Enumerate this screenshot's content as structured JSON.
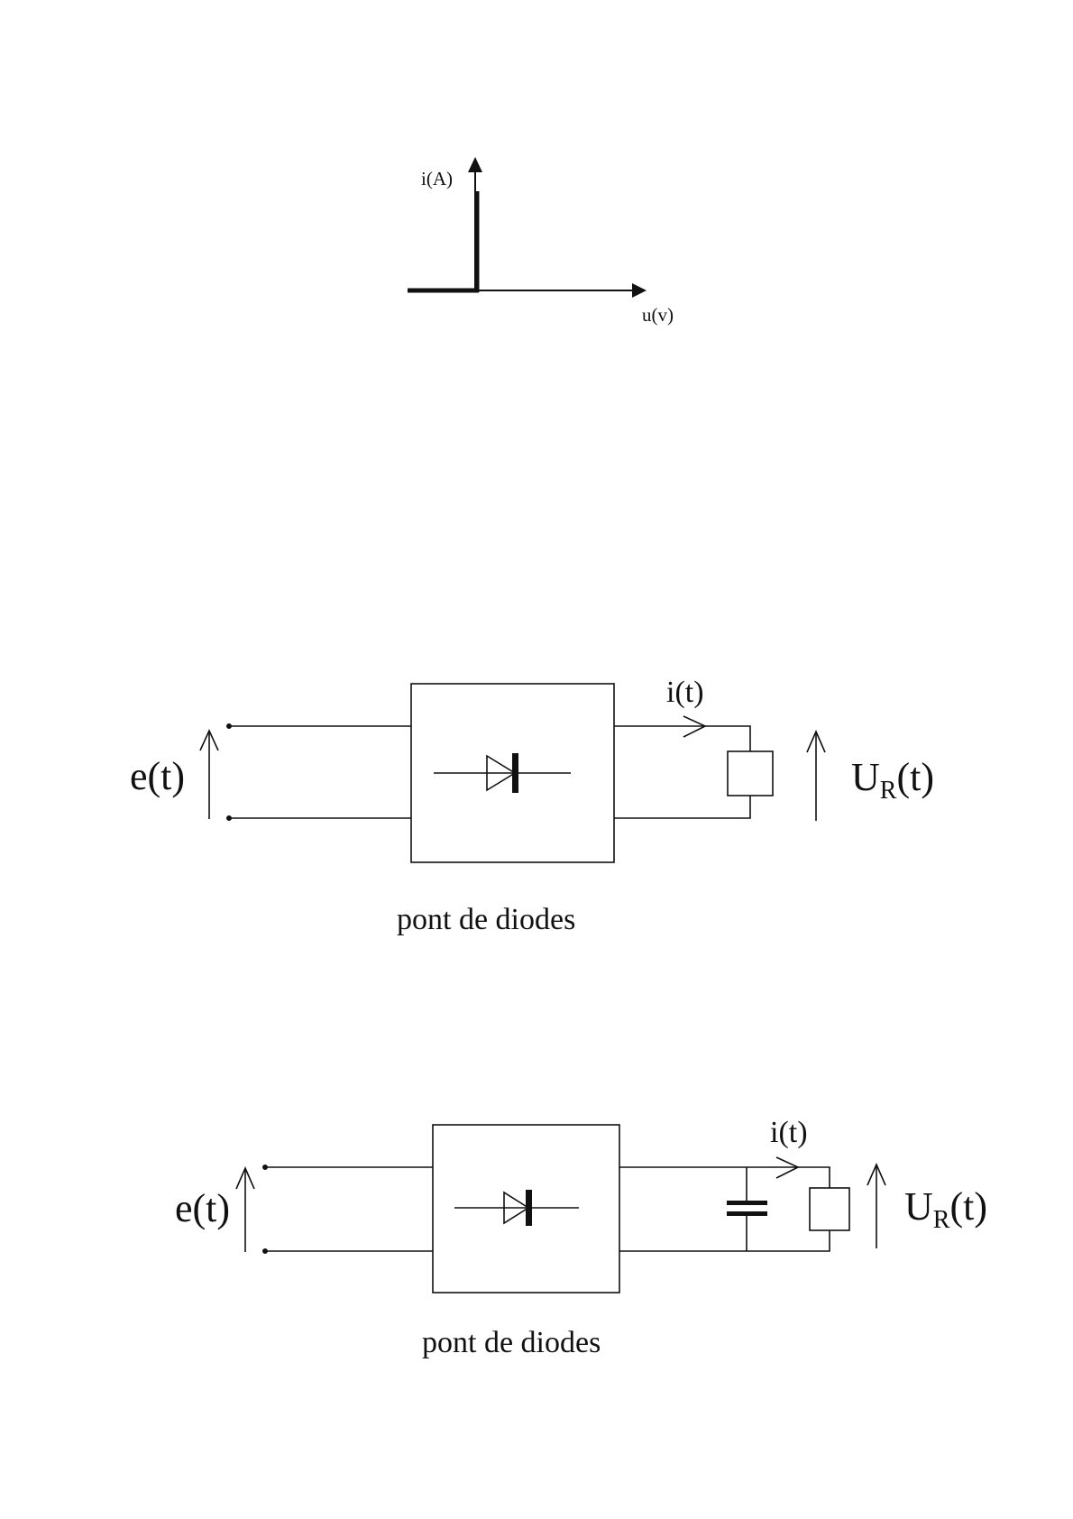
{
  "characteristic": {
    "y_axis_label": "i(A)",
    "x_axis_label": "u(v)"
  },
  "circuit1": {
    "input_voltage_label": "e(t)",
    "current_label": "i(t)",
    "output_voltage_main": "U",
    "output_voltage_sub": "R",
    "output_voltage_suffix": "(t)",
    "bridge_caption": "pont de diodes"
  },
  "circuit2": {
    "input_voltage_label": "e(t)",
    "current_label": "i(t)",
    "output_voltage_main": "U",
    "output_voltage_sub": "R",
    "output_voltage_suffix": "(t)",
    "bridge_caption": "pont de diodes"
  },
  "colors": {
    "ink": "#111111",
    "background": "#ffffff"
  }
}
